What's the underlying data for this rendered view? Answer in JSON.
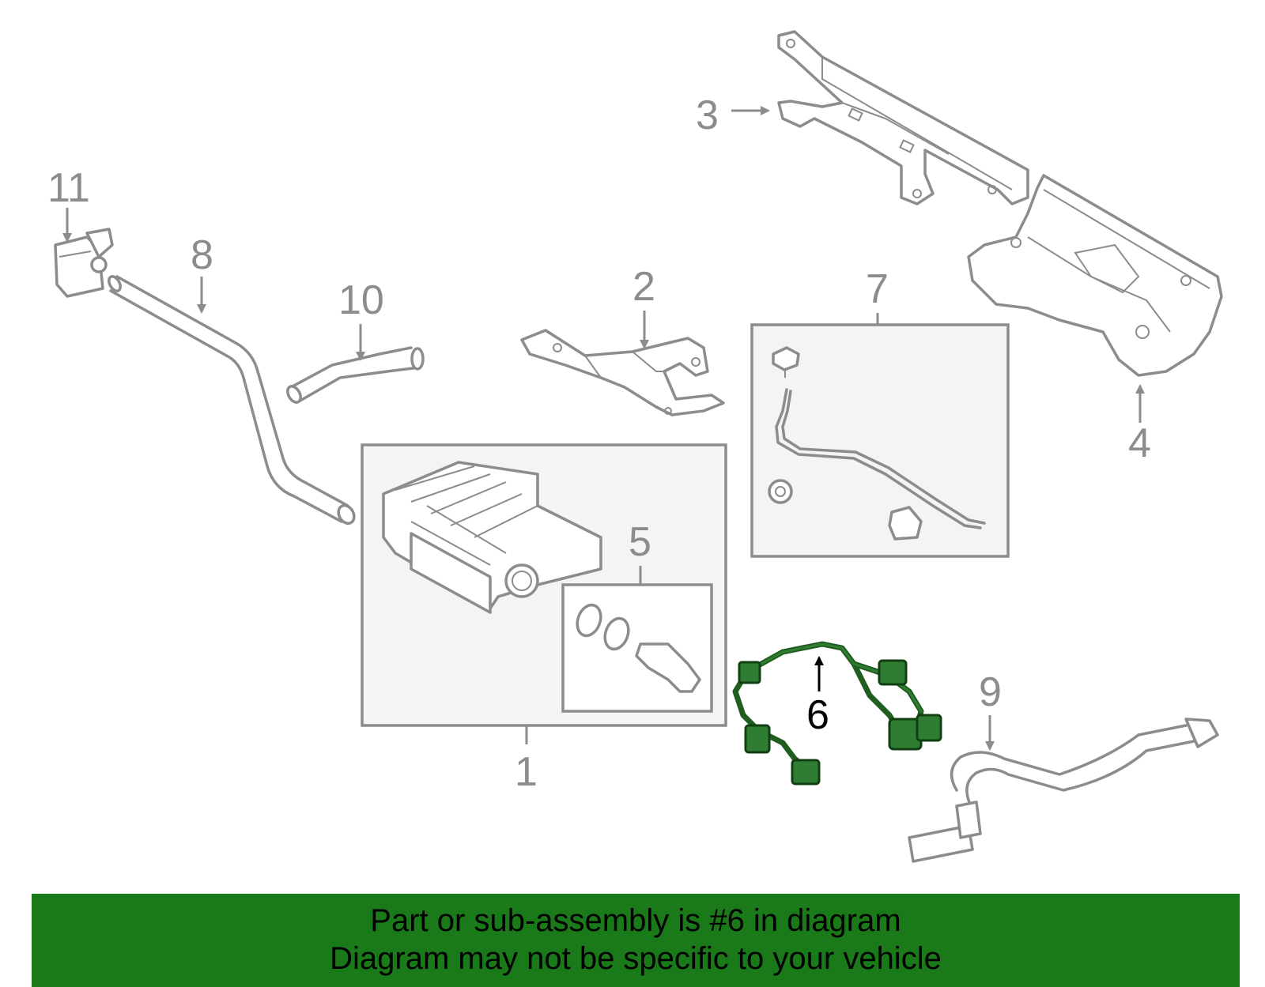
{
  "diagram": {
    "highlight_color": "#2e7d32",
    "line_color": "#8c8c8c",
    "callouts": {
      "c1": "1",
      "c2": "2",
      "c3": "3",
      "c4": "4",
      "c5": "5",
      "c6": "6",
      "c7": "7",
      "c8": "8",
      "c9": "9",
      "c10": "10",
      "c11": "11"
    },
    "highlighted_part": "6"
  },
  "banner": {
    "background": "#1a7a1a",
    "line1": "Part or sub-assembly is #6 in diagram",
    "line2": "Diagram may not be specific to your vehicle"
  }
}
